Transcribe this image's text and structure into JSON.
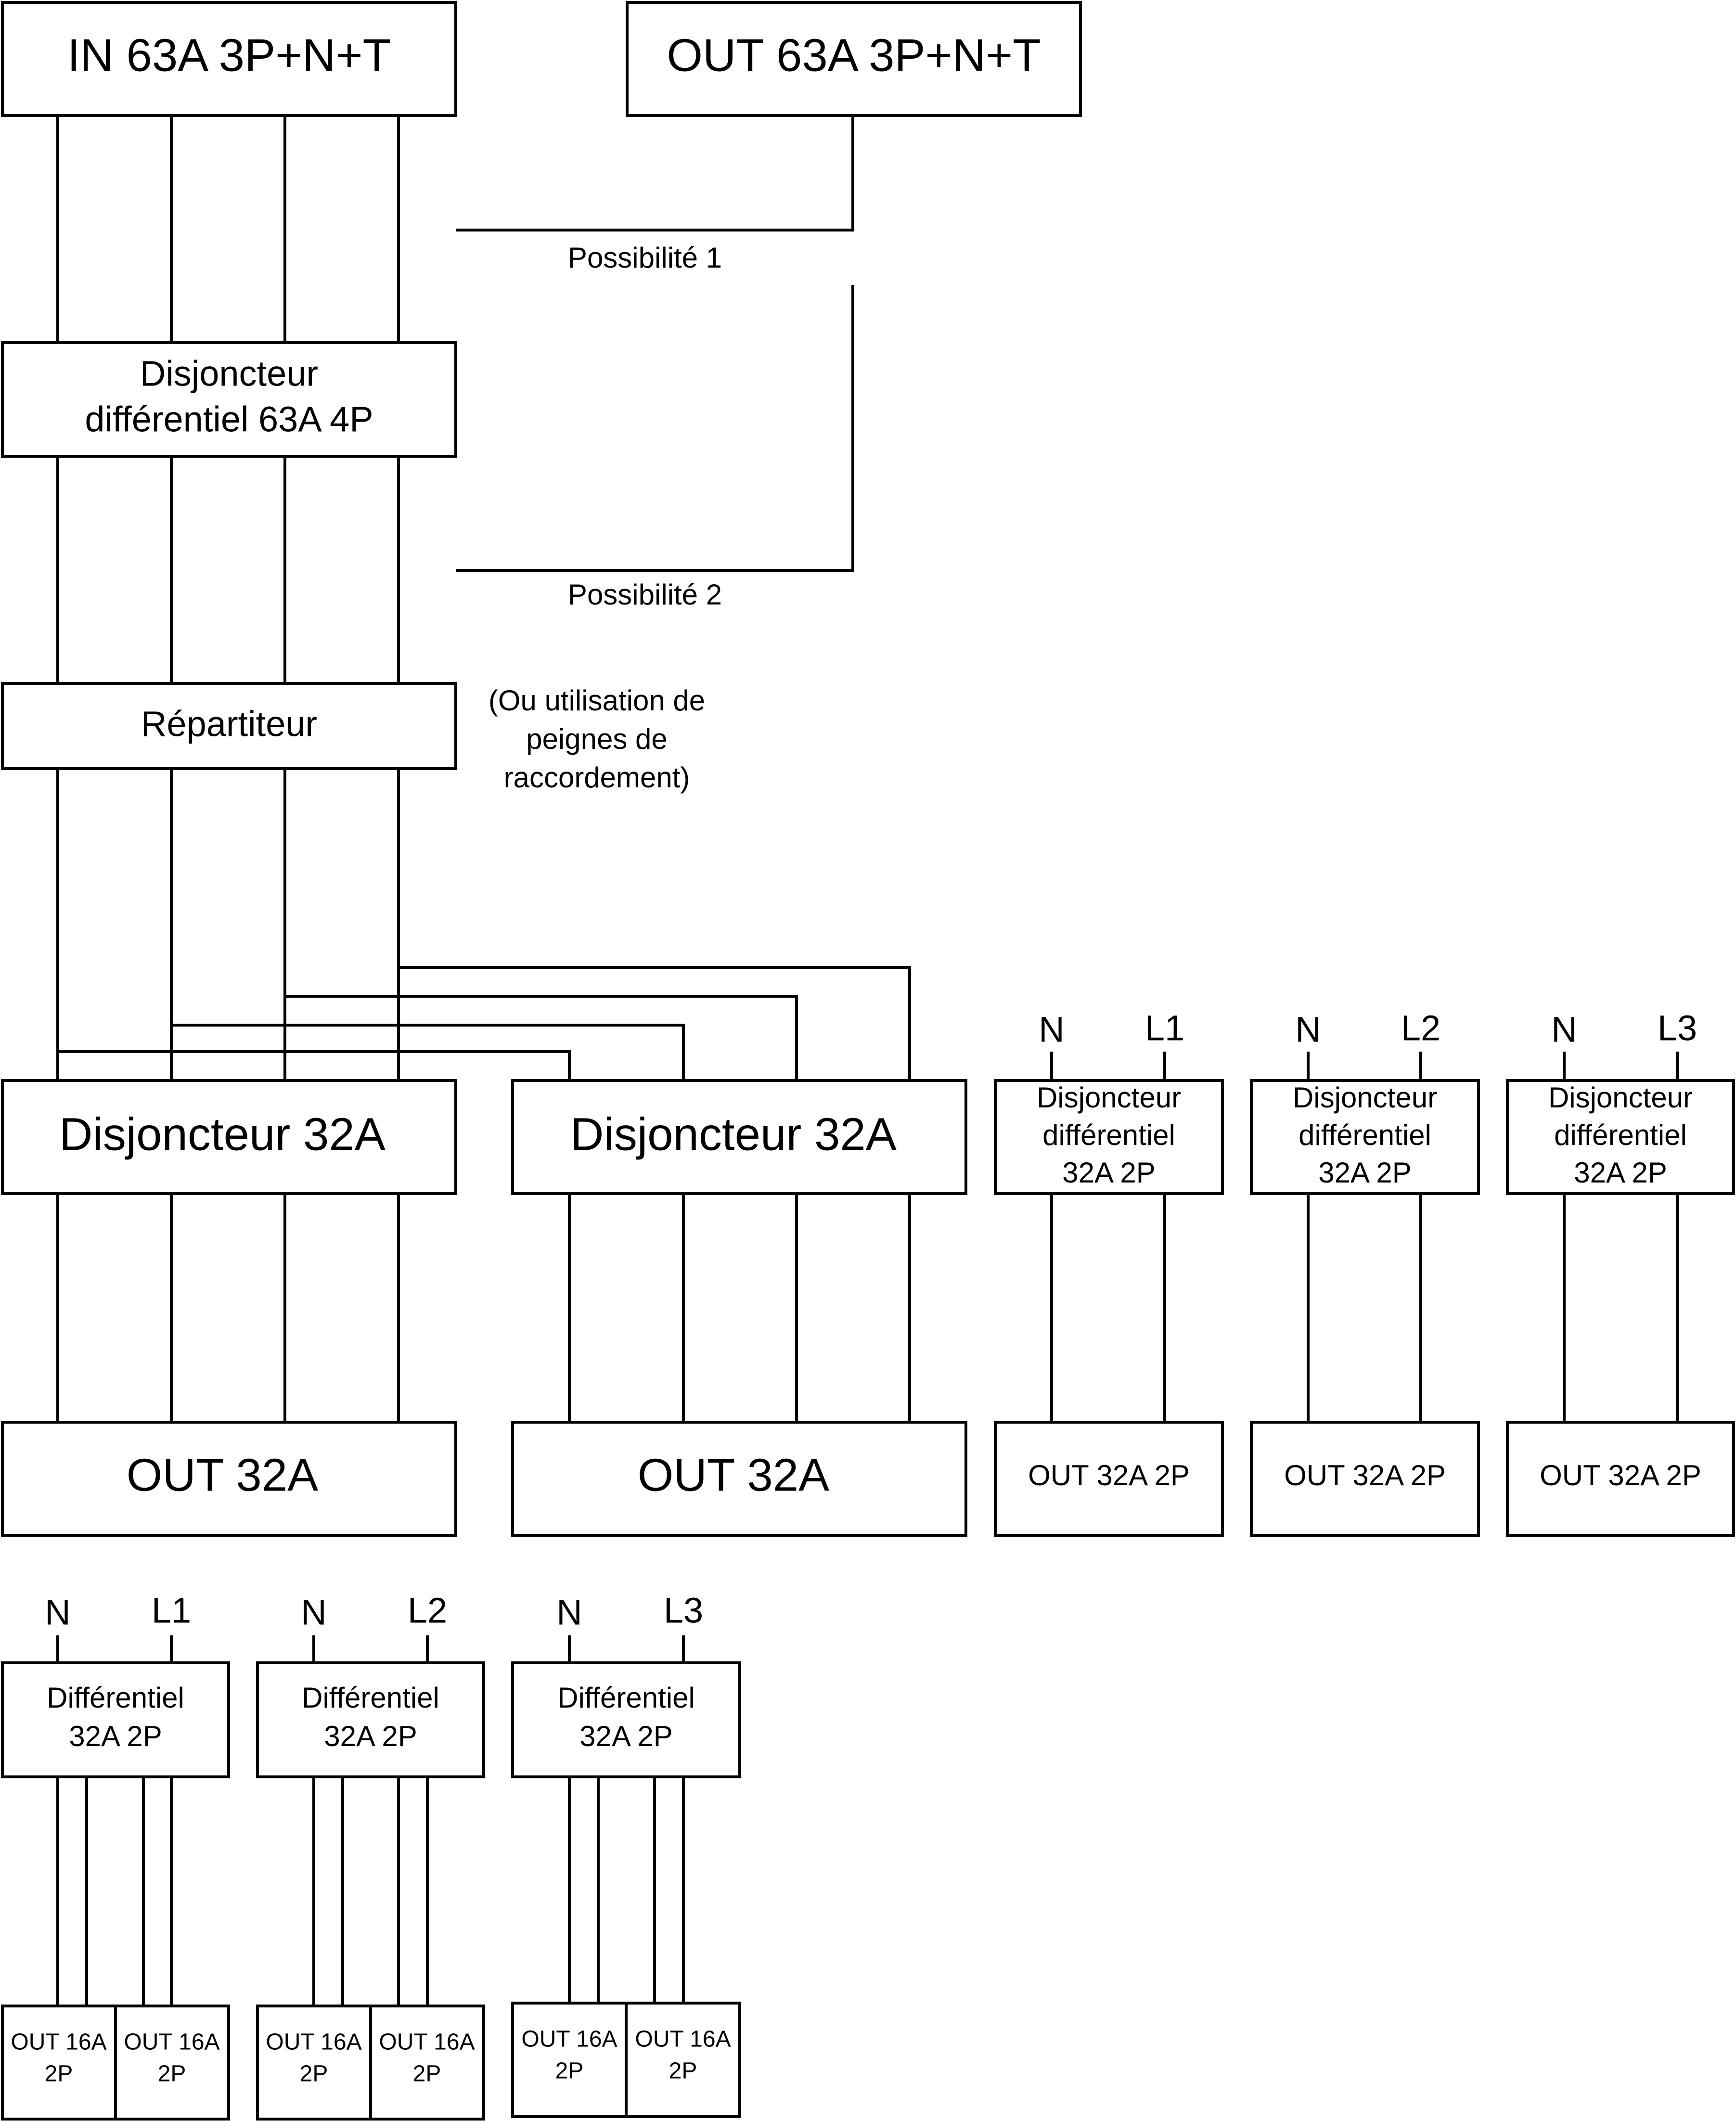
{
  "main": {
    "in_label": "IN 63A 3P+N+T",
    "out_label": "OUT 63A 3P+N+T",
    "option1_label": "Possibilité 1",
    "option2_label": "Possibilité 2",
    "rcd_main": {
      "line1": "Disjoncteur",
      "line2": "différentiel 63A 4P"
    },
    "distributor_label": "Répartiteur",
    "distributor_note": {
      "line1": "(Ou utilisation de",
      "line2": "peignes de",
      "line3": "raccordement)"
    },
    "breaker_label": "Disjoncteur 32A",
    "out32_label": "OUT 32A"
  },
  "single_phase_rcbos": {
    "line1": "Disjoncteur",
    "line2": "différentiel",
    "line3": "32A 2P",
    "out_label": "OUT 32A 2P",
    "neutral_label": "N",
    "phases": [
      "L1",
      "L2",
      "L3"
    ]
  },
  "rcd_groups": {
    "line1": "Différentiel",
    "line2": "32A 2P",
    "neutral_label": "N",
    "phases": [
      "L1",
      "L2",
      "L3"
    ],
    "out16": {
      "line1": "OUT 16A",
      "line2": "2P"
    }
  }
}
